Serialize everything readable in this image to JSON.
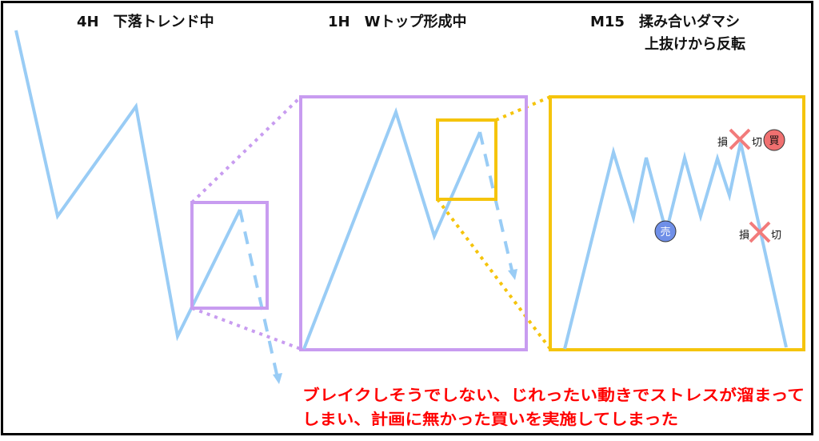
{
  "titles": {
    "h4": "4H　下落トレンド中",
    "h1": "1H　Wトップ形成中",
    "m15_line1": "M15　揉み合いダマシ",
    "m15_line2": "上抜けから反転"
  },
  "markers": {
    "sell": "売",
    "buy": "買",
    "stop_loss_1_left": "損",
    "stop_loss_1_right": "切",
    "stop_loss_2_left": "損",
    "stop_loss_2_right": "切"
  },
  "caption": {
    "line1": "ブレイクしそうでしない、じれったい動きでストレスが溜まって",
    "line2": "しまい、計画に無かった買いを実施してしまった"
  },
  "colors": {
    "price_line": "#99ccf5",
    "purple_box": "#c89cf0",
    "yellow_box": "#f5c40c",
    "sell_marker": "#6f8fe8",
    "buy_marker": "#f07070",
    "stop_x": "#f27b7b",
    "caption": "#ff0000"
  }
}
